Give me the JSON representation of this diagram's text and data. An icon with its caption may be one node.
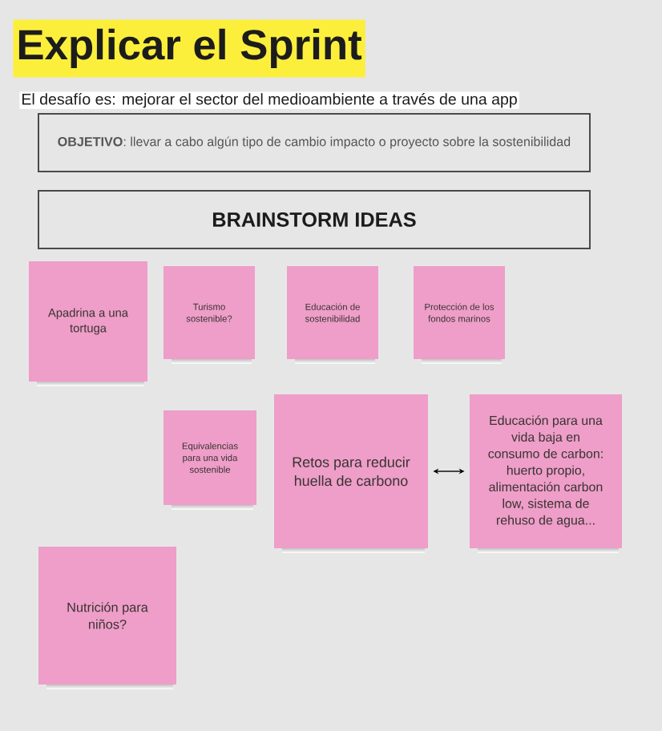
{
  "diagram": {
    "title": "Explicar el Sprint",
    "nodes": [
      {
        "text": [
          "**OBJETIVO**: llevar a cabo algún tipo de cambio impacto o proyecto sobre la sostenibilidad"
        ]
      },
      {
        "text": [
          "BRAINSTORM IDEAS"
        ]
      },
      {
        "text": [
          "Apadrina a una tortuga"
        ]
      },
      {
        "text": [
          "Turismo sostenible?"
        ]
      },
      {
        "text": [
          "Educación de sostenibilidad"
        ]
      },
      {
        "text": [
          "Protección de los fondos marinos"
        ]
      },
      {
        "text": [
          "Equivalencias para una vida sostenible"
        ]
      },
      {
        "text": [
          "Retos para reducir huella de carbono"
        ]
      },
      {
        "text": [
          "Educación para una vida baja en consumo de carbon: huerto propio, alimentación carbon low, sistema de rehuso de agua..."
        ]
      },
      {
        "text": [
          "Nutrición para niños?"
        ]
      }
    ],
    "edges": [
      {
        "from": 7,
        "to": 8,
        "arrow": "both"
      }
    ],
    "labels": [
      "El desafío es: mejorar el sector del medioambiente a través de una app"
    ]
  }
}
